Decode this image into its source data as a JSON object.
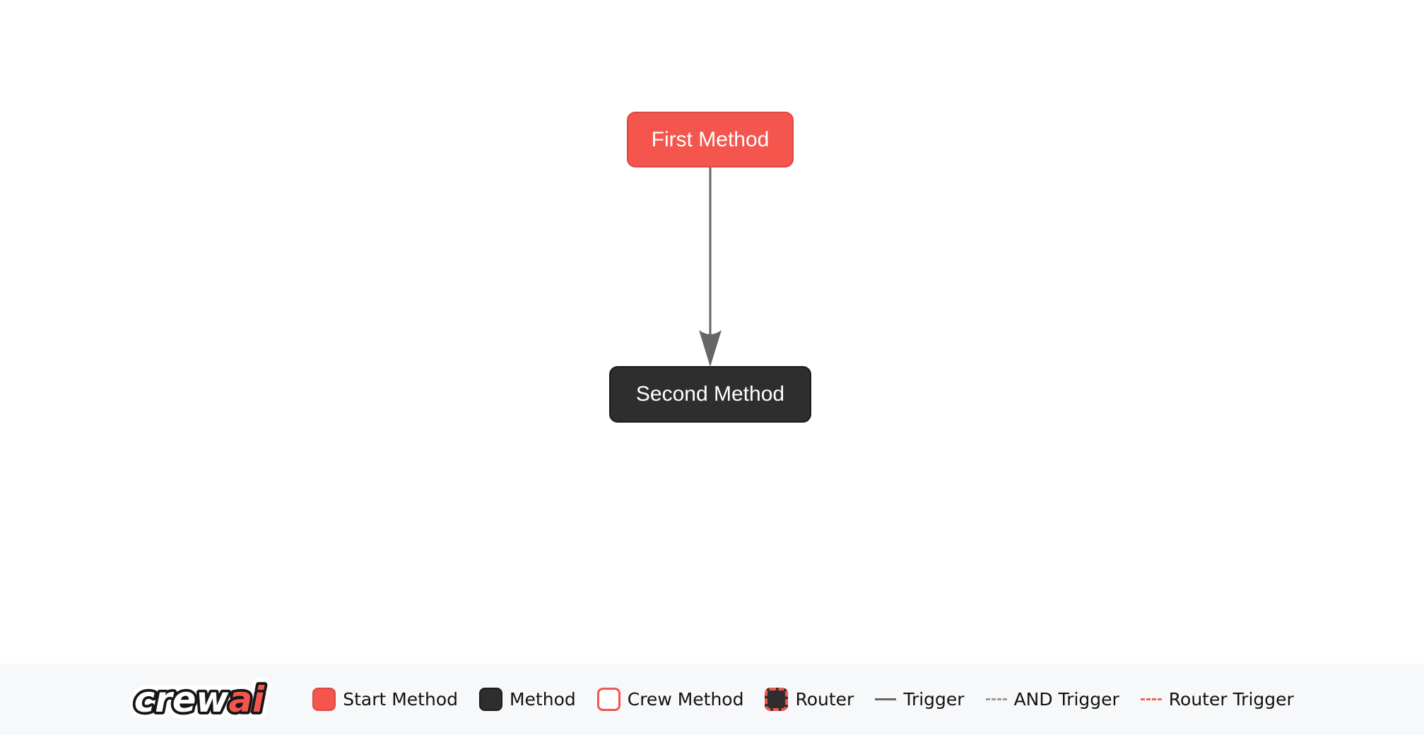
{
  "flow": {
    "nodes": [
      {
        "id": "first_method",
        "label": "First Method",
        "type": "start"
      },
      {
        "id": "second_method",
        "label": "Second Method",
        "type": "method"
      }
    ],
    "edges": [
      {
        "from": "first_method",
        "to": "second_method",
        "type": "trigger"
      }
    ]
  },
  "legend": {
    "logo": {
      "part1": "crew",
      "part2": "ai"
    },
    "items": [
      {
        "label": "Start Method",
        "swatch": "start-method-swatch"
      },
      {
        "label": "Method",
        "swatch": "method-swatch"
      },
      {
        "label": "Crew Method",
        "swatch": "crew-method-swatch"
      },
      {
        "label": "Router",
        "swatch": "router-swatch"
      },
      {
        "label": "Trigger",
        "swatch": "trigger-swatch"
      },
      {
        "label": "AND Trigger",
        "swatch": "and-trigger-swatch"
      },
      {
        "label": "Router Trigger",
        "swatch": "router-trigger-swatch"
      }
    ]
  },
  "colors": {
    "canvas_bg": "#FFFFFF",
    "start_fill": "#F4554D",
    "start_border": "#DB4942",
    "method_fill": "#2E2E2E",
    "method_border": "#1C1C1C",
    "node_text": "#FFFFFF",
    "edge": "#666666",
    "and_edge": "#999999",
    "router_edge": "#F0655C",
    "brand_red": "#F4554D",
    "legend_bg": "#F7F8FA",
    "legend_text": "#111111"
  }
}
